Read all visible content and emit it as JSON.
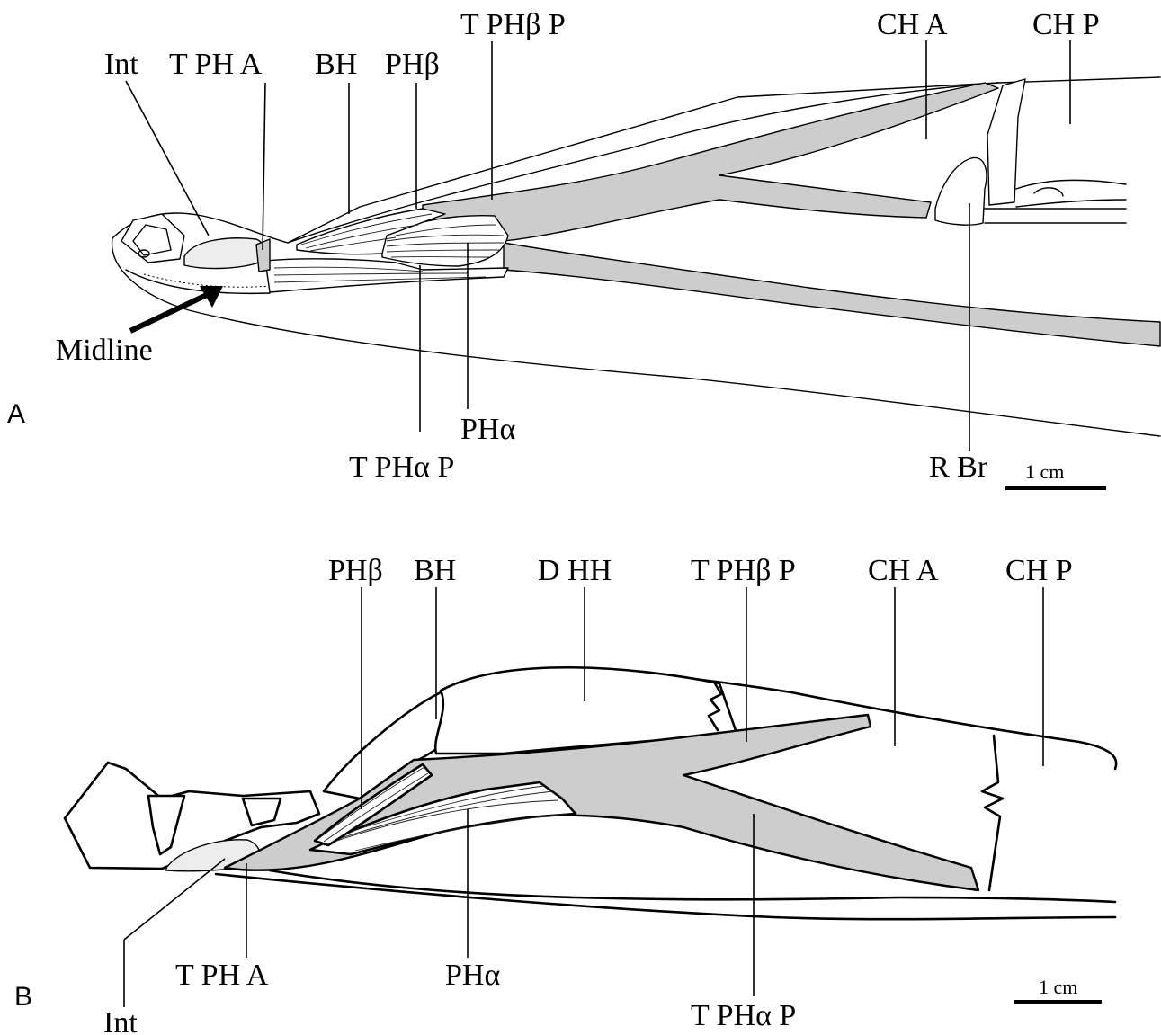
{
  "panels": {
    "a": {
      "letter": "A",
      "labels": {
        "int": "Int",
        "tpha": "T PH A",
        "bh": "BH",
        "phb": "PHβ",
        "tphbp": "T PHβ P",
        "cha": "CH A",
        "chp": "CH P",
        "midline": "Midline",
        "pha": "PHα",
        "tphap": "T PHα P",
        "rbr": "R Br"
      },
      "scale_bar": "1 cm"
    },
    "b": {
      "letter": "B",
      "labels": {
        "phb": "PHβ",
        "bh": "BH",
        "dhh": "D HH",
        "tphbp": "T PHβ P",
        "cha": "CH A",
        "chp": "CH P",
        "int": "Int",
        "tpha": "T PH A",
        "pha": "PHα",
        "tphap": "T PHα P"
      },
      "scale_bar": "1 cm"
    }
  },
  "colors": {
    "tendon": "#cdcdcd",
    "line": "#000000",
    "background": "#ffffff"
  }
}
